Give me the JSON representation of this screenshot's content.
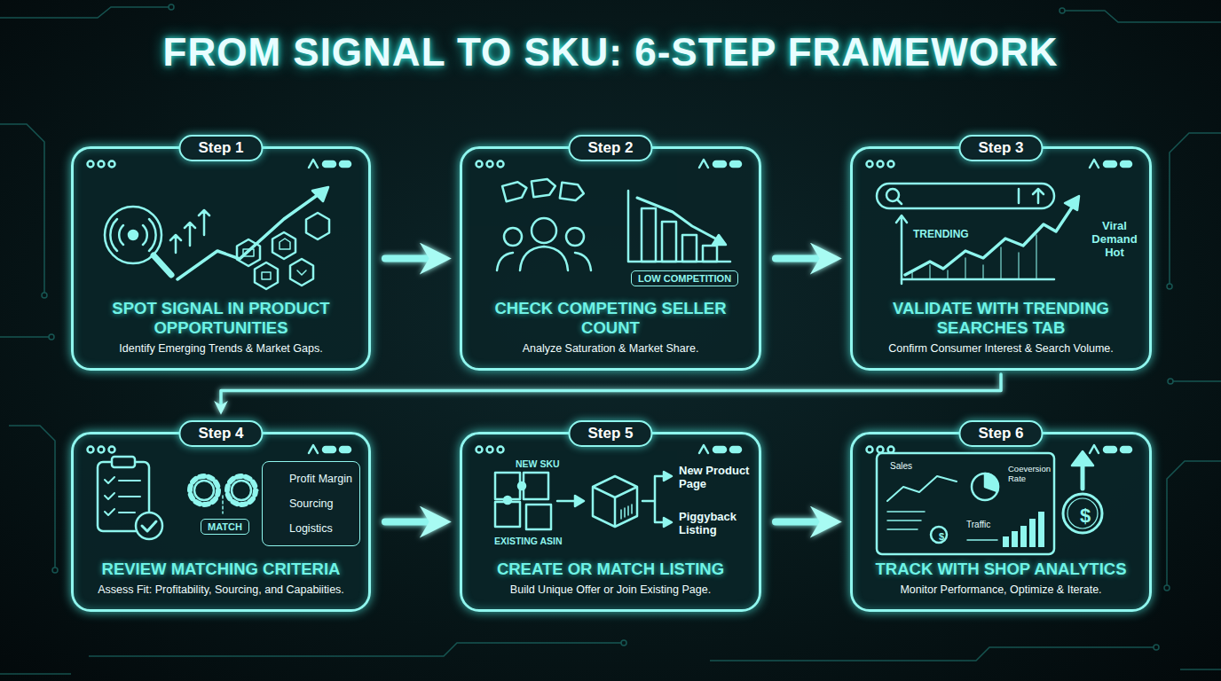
{
  "diagram": {
    "title": "FROM SIGNAL TO SKU: 6-STEP FRAMEWORK",
    "nodes": [
      {
        "text": [
          "Step 1",
          "SPOT SIGNAL IN PRODUCT OPPORTUNITIES",
          "Identify Emerging Trends & Market Gaps."
        ]
      },
      {
        "text": [
          "Step 2",
          "CHECK COMPETING SELLER COUNT",
          "Analyze Saturation & Market Share."
        ]
      },
      {
        "text": [
          "LOW COMPETITION"
        ],
        "in": 1
      },
      {
        "text": [
          "Step 3",
          "VALIDATE WITH TRENDING SEARCHES TAB",
          "Confirm Consumer Interest & Search Volume."
        ]
      },
      {
        "text": [
          "Step 4",
          "REVIEW MATCHING CRITERIA",
          "Assess Fit: Profitability, Sourcing, and Capabiities."
        ]
      },
      {
        "text": [
          "MATCH"
        ],
        "in": 4
      },
      {
        "text": [
          "Profit Margin",
          "Sourcing",
          "Logistics"
        ],
        "in": 4
      },
      {
        "text": [
          "Step 5",
          "CREATE OR MATCH LISTING",
          "Build Unique Offer or Join Existing Page."
        ]
      },
      {
        "text": [
          "Step 6",
          "TRACK WITH SHOP ANALYTICS",
          "Monitor Performance, Optimize & Iterate."
        ]
      }
    ],
    "edges": [
      {
        "from": 0,
        "to": 1,
        "arrow": "to"
      },
      {
        "from": 1,
        "to": 3,
        "arrow": "to"
      },
      {
        "from": 3,
        "to": 4,
        "arrow": "to"
      },
      {
        "from": 4,
        "to": 7,
        "arrow": "to"
      },
      {
        "from": 7,
        "to": 8,
        "arrow": "to"
      }
    ],
    "labels": [
      "TRENDING",
      "Viral Demand Hot",
      "NEW SKU",
      "EXISTING ASIN",
      "New Product Page",
      "Piggyback Listing",
      "Sales",
      "Coeversion Rate",
      "Traffic",
      "$",
      "$"
    ]
  }
}
